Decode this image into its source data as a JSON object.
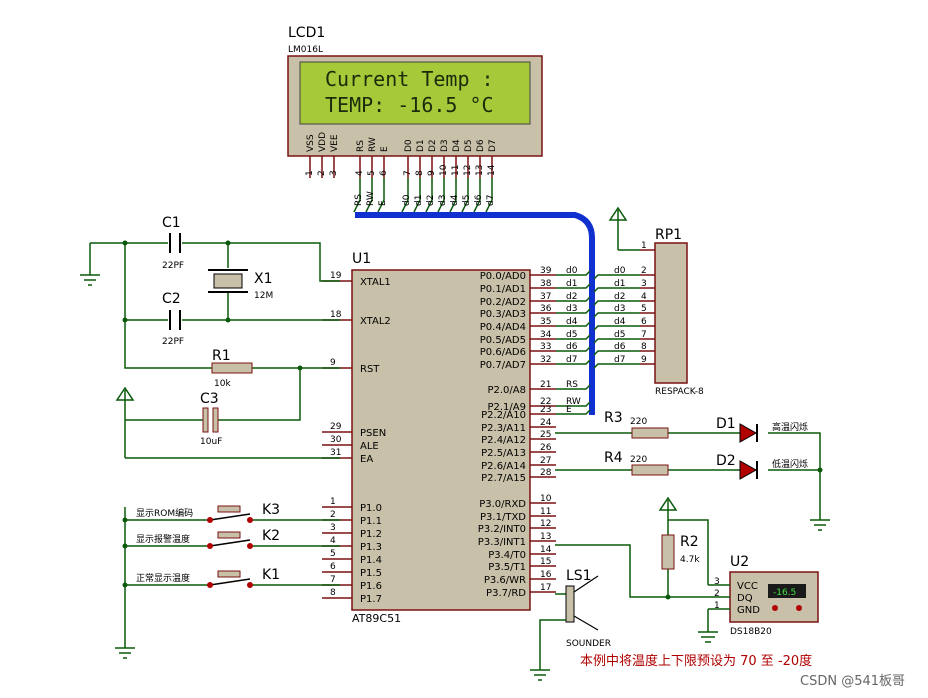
{
  "lcd": {
    "ref": "LCD1",
    "model": "LM016L",
    "line1": "Current Temp :",
    "line2": "TEMP: -16.5 °C",
    "pins": [
      "VSS",
      "VDD",
      "VEE",
      "RS",
      "RW",
      "E",
      "D0",
      "D1",
      "D2",
      "D3",
      "D4",
      "D5",
      "D6",
      "D7"
    ],
    "pin_numbers": [
      "1",
      "2",
      "3",
      "4",
      "5",
      "6",
      "7",
      "8",
      "9",
      "10",
      "11",
      "12",
      "13",
      "14"
    ],
    "net_labels": [
      "RS",
      "RW",
      "E",
      "d0",
      "d1",
      "d2",
      "d3",
      "d4",
      "d5",
      "d6",
      "d7"
    ]
  },
  "mcu": {
    "ref": "U1",
    "model": "AT89C51",
    "left_pins": [
      {
        "num": "19",
        "name": "XTAL1"
      },
      {
        "num": "18",
        "name": "XTAL2"
      },
      {
        "num": "9",
        "name": "RST"
      },
      {
        "num": "29",
        "name": "PSEN"
      },
      {
        "num": "30",
        "name": "ALE"
      },
      {
        "num": "31",
        "name": "EA"
      },
      {
        "num": "1",
        "name": "P1.0"
      },
      {
        "num": "2",
        "name": "P1.1"
      },
      {
        "num": "3",
        "name": "P1.2"
      },
      {
        "num": "4",
        "name": "P1.3"
      },
      {
        "num": "5",
        "name": "P1.4"
      },
      {
        "num": "6",
        "name": "P1.5"
      },
      {
        "num": "7",
        "name": "P1.6"
      },
      {
        "num": "8",
        "name": "P1.7"
      }
    ],
    "right_pins": [
      {
        "num": "39",
        "name": "P0.0/AD0",
        "net": "d0"
      },
      {
        "num": "38",
        "name": "P0.1/AD1",
        "net": "d1"
      },
      {
        "num": "37",
        "name": "P0.2/AD2",
        "net": "d2"
      },
      {
        "num": "36",
        "name": "P0.3/AD3",
        "net": "d3"
      },
      {
        "num": "35",
        "name": "P0.4/AD4",
        "net": "d4"
      },
      {
        "num": "34",
        "name": "P0.5/AD5",
        "net": "d5"
      },
      {
        "num": "33",
        "name": "P0.6/AD6",
        "net": "d6"
      },
      {
        "num": "32",
        "name": "P0.7/AD7",
        "net": "d7"
      },
      {
        "num": "21",
        "name": "P2.0/A8",
        "net": "RS"
      },
      {
        "num": "22",
        "name": "P2.1/A9",
        "net": "RW"
      },
      {
        "num": "23",
        "name": "P2.2/A10",
        "net": "E"
      },
      {
        "num": "24",
        "name": "P2.3/A11",
        "net": ""
      },
      {
        "num": "25",
        "name": "P2.4/A12",
        "net": ""
      },
      {
        "num": "26",
        "name": "P2.5/A13",
        "net": ""
      },
      {
        "num": "27",
        "name": "P2.6/A14",
        "net": ""
      },
      {
        "num": "28",
        "name": "P2.7/A15",
        "net": ""
      },
      {
        "num": "10",
        "name": "P3.0/RXD",
        "net": ""
      },
      {
        "num": "11",
        "name": "P3.1/TXD",
        "net": ""
      },
      {
        "num": "12",
        "name": "P3.2/INT0",
        "net": ""
      },
      {
        "num": "13",
        "name": "P3.3/INT1",
        "net": ""
      },
      {
        "num": "14",
        "name": "P3.4/T0",
        "net": ""
      },
      {
        "num": "15",
        "name": "P3.5/T1",
        "net": ""
      },
      {
        "num": "16",
        "name": "P3.6/WR",
        "net": ""
      },
      {
        "num": "17",
        "name": "P3.7/RD",
        "net": ""
      }
    ]
  },
  "rp1": {
    "ref": "RP1",
    "model": "RESPACK-8",
    "pins": [
      {
        "num": "1",
        "net": ""
      },
      {
        "num": "2",
        "net": "d0"
      },
      {
        "num": "3",
        "net": "d1"
      },
      {
        "num": "4",
        "net": "d2"
      },
      {
        "num": "5",
        "net": "d3"
      },
      {
        "num": "6",
        "net": "d4"
      },
      {
        "num": "7",
        "net": "d5"
      },
      {
        "num": "8",
        "net": "d6"
      },
      {
        "num": "9",
        "net": "d7"
      }
    ]
  },
  "components": {
    "c1": {
      "ref": "C1",
      "value": "22PF"
    },
    "c2": {
      "ref": "C2",
      "value": "22PF"
    },
    "x1": {
      "ref": "X1",
      "value": "12M"
    },
    "r1": {
      "ref": "R1",
      "value": "10k"
    },
    "c3": {
      "ref": "C3",
      "value": "10uF"
    },
    "r3": {
      "ref": "R3",
      "value": "220"
    },
    "r4": {
      "ref": "R4",
      "value": "220"
    },
    "d1": {
      "ref": "D1",
      "label": "高温闪烁"
    },
    "d2": {
      "ref": "D2",
      "label": "低温闪烁"
    },
    "r2": {
      "ref": "R2",
      "value": "4.7k"
    },
    "ls1": {
      "ref": "LS1",
      "value": "SOUNDER"
    },
    "k3": {
      "ref": "K3",
      "label": "显示ROM编码"
    },
    "k2": {
      "ref": "K2",
      "label": "显示报警温度"
    },
    "k1": {
      "ref": "K1",
      "label": "正常显示温度"
    }
  },
  "u2": {
    "ref": "U2",
    "model": "DS18B20",
    "pins": [
      {
        "num": "3",
        "name": "VCC"
      },
      {
        "num": "2",
        "name": "DQ"
      },
      {
        "num": "1",
        "name": "GND"
      }
    ],
    "reading": "-16.5"
  },
  "note": "本例中将温度上下限预设为 70 至 -20度",
  "watermark": "CSDN @541板哥",
  "colors": {
    "lcd_bg": "#a6c93a",
    "wire": "#0a5a0a",
    "bus": "#1030d0",
    "body": "#c8c0a8",
    "led": "#b00000",
    "note": "#b00000"
  }
}
